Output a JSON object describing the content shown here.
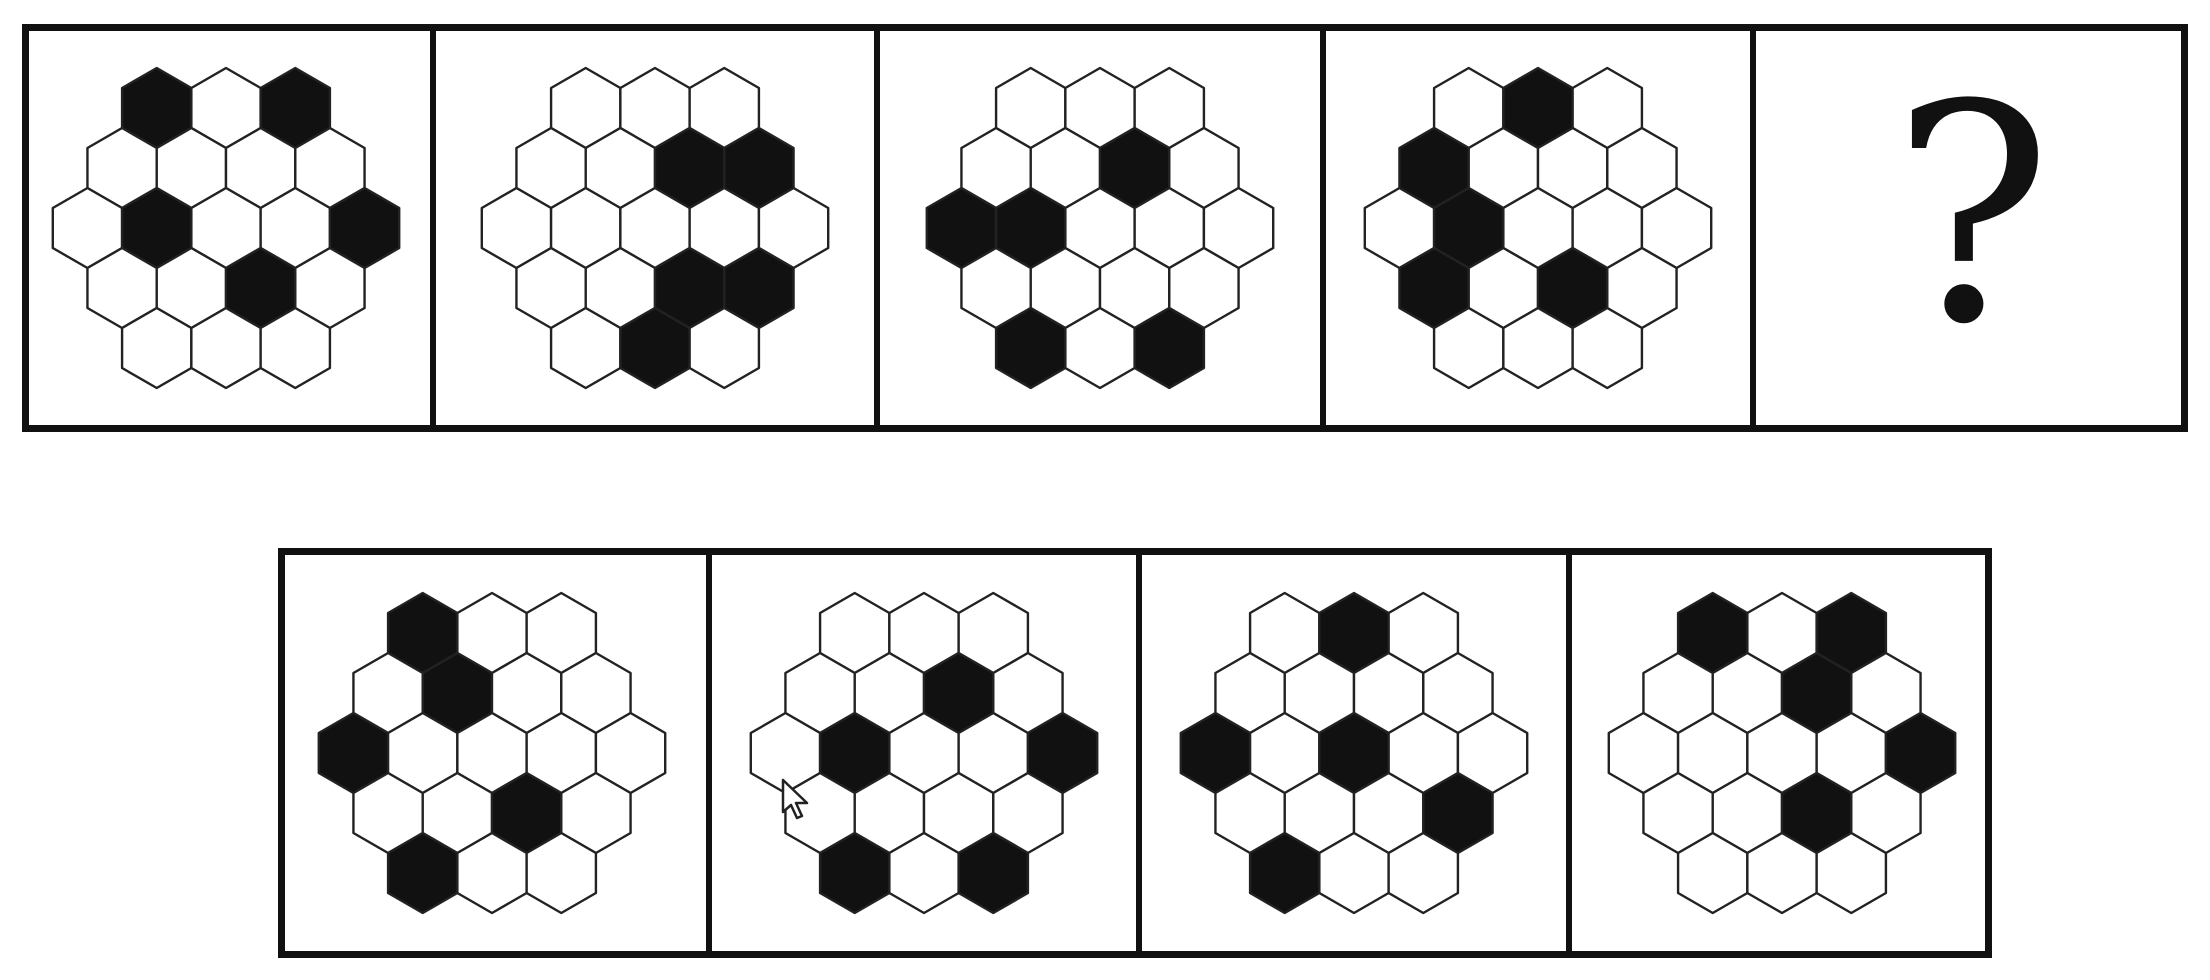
{
  "question_strip": {
    "panels": [
      {
        "filled": [
          [
            0,
            0
          ],
          [
            0,
            2
          ],
          [
            2,
            1
          ],
          [
            2,
            4
          ],
          [
            3,
            2
          ]
        ]
      },
      {
        "filled": [
          [
            1,
            2
          ],
          [
            1,
            3
          ],
          [
            3,
            2
          ],
          [
            3,
            3
          ],
          [
            4,
            1
          ]
        ]
      },
      {
        "filled": [
          [
            1,
            2
          ],
          [
            2,
            0
          ],
          [
            2,
            1
          ],
          [
            4,
            0
          ],
          [
            4,
            2
          ]
        ]
      },
      {
        "filled": [
          [
            0,
            1
          ],
          [
            1,
            0
          ],
          [
            2,
            1
          ],
          [
            3,
            0
          ],
          [
            3,
            2
          ]
        ]
      }
    ],
    "unknown_label": "?"
  },
  "options_strip": {
    "panels": [
      {
        "filled": [
          [
            0,
            0
          ],
          [
            1,
            1
          ],
          [
            2,
            0
          ],
          [
            3,
            2
          ],
          [
            4,
            0
          ]
        ]
      },
      {
        "filled": [
          [
            1,
            2
          ],
          [
            2,
            1
          ],
          [
            2,
            4
          ],
          [
            4,
            0
          ],
          [
            4,
            2
          ]
        ]
      },
      {
        "filled": [
          [
            0,
            1
          ],
          [
            2,
            0
          ],
          [
            2,
            2
          ],
          [
            3,
            3
          ],
          [
            4,
            0
          ]
        ]
      },
      {
        "filled": [
          [
            0,
            0
          ],
          [
            0,
            2
          ],
          [
            1,
            2
          ],
          [
            2,
            4
          ],
          [
            3,
            2
          ]
        ]
      }
    ]
  },
  "colors": {
    "fill": "#111111",
    "outline": "#222222",
    "empty": "#ffffff",
    "frame": "#111111"
  },
  "icons": {
    "unknown": "question-mark-glyph",
    "pointer": "mouse-cursor-icon"
  }
}
